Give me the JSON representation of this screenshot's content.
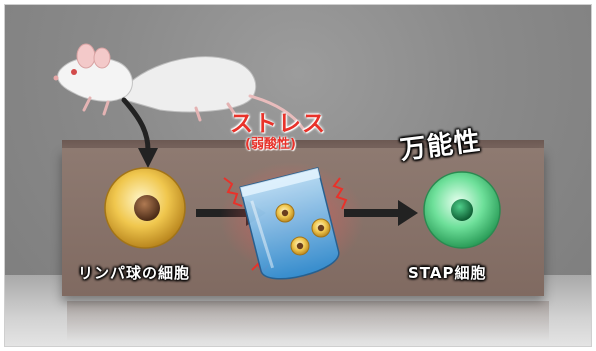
{
  "diagram": {
    "stress_title": "ストレス",
    "stress_subtitle": "(弱酸性)",
    "pluripotency_label": "万能性",
    "lymph_cell_label": "リンパ球の細胞",
    "stap_cell_label": "STAP細胞"
  },
  "colors": {
    "lymph_cell": "#e3b53e",
    "stap_cell": "#58d68a",
    "stress_text": "#e8322a",
    "liquid": "#3f9fe0",
    "board": "#86716a"
  }
}
